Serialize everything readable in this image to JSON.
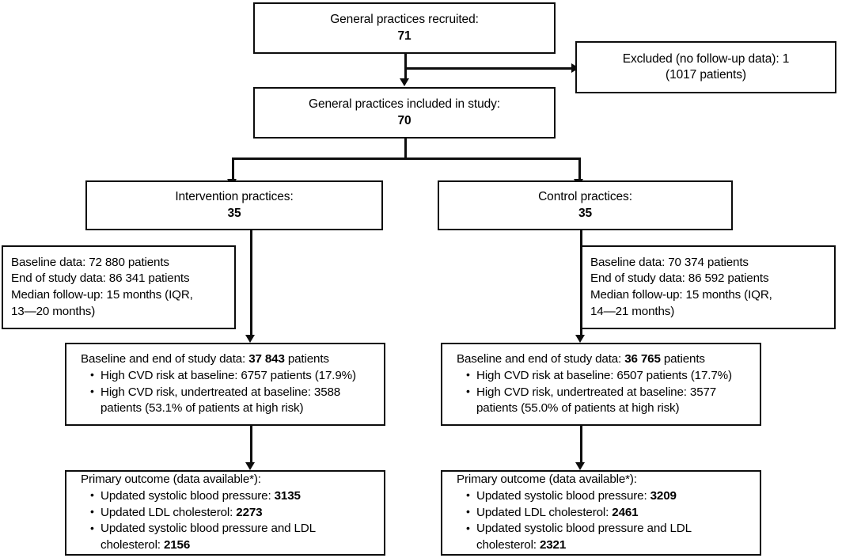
{
  "diagram": {
    "title": "CONSORT-style participant flow diagram",
    "footnote_marker": "*",
    "boxes": {
      "recruited": {
        "line1": "General practices recruited:",
        "line2": "71"
      },
      "excluded": {
        "line1": "Excluded (no follow-up data): 1",
        "line2": "(1017 patients)"
      },
      "included": {
        "line1": "General practices included in study:",
        "line2": "70"
      },
      "intervention_arm": {
        "line1": "Intervention practices:",
        "line2": "35"
      },
      "control_arm": {
        "line1": "Control practices:",
        "line2": "35"
      },
      "intervention_notes": {
        "lines": [
          "Baseline data: 72 880 patients",
          "End of study data: 86 341 patients",
          "Median follow-up: 15 months (IQR,",
          "13—20 months)"
        ]
      },
      "control_notes": {
        "lines": [
          "Baseline data: 70 374 patients",
          "End of study data: 86 592 patients",
          "Median follow-up: 15 months (IQR,",
          "14—21 months)"
        ]
      },
      "intervention_data": {
        "header_prefix": "Baseline and end of study data: ",
        "header_value": "37 843",
        "header_suffix": " patients",
        "bullets": [
          {
            "text": "High CVD risk at baseline: 6757 patients (17.9%)",
            "cont": ""
          },
          {
            "text": "High CVD risk, undertreated at baseline: 3588",
            "cont": "patients (53.1% of patients at high risk)"
          }
        ]
      },
      "control_data": {
        "header_prefix": "Baseline and end of study data: ",
        "header_value": "36 765",
        "header_suffix": " patients",
        "bullets": [
          {
            "text": "High CVD risk at baseline: 6507 patients (17.7%)",
            "cont": ""
          },
          {
            "text": "High CVD risk, undertreated at baseline: 3577",
            "cont": "patients (55.0% of patients at high risk)"
          }
        ]
      },
      "intervention_outcome": {
        "header": "Primary outcome (data available*):",
        "bullets": [
          {
            "label": "Updated systolic blood pressure: ",
            "value": "3135",
            "cont": ""
          },
          {
            "label": "Updated LDL cholesterol: ",
            "value": "2273",
            "cont": ""
          },
          {
            "label": "Updated systolic blood pressure and LDL",
            "value": "2156",
            "cont": "cholesterol: "
          }
        ]
      },
      "control_outcome": {
        "header": "Primary outcome (data available*):",
        "bullets": [
          {
            "label": "Updated systolic blood pressure: ",
            "value": "3209",
            "cont": ""
          },
          {
            "label": "Updated LDL cholesterol: ",
            "value": "2461",
            "cont": ""
          },
          {
            "label": "Updated systolic blood pressure and LDL",
            "value": "2321",
            "cont": "cholesterol: "
          }
        ]
      }
    },
    "colors": {
      "stroke": "#0d0d0d",
      "background": "#ffffff",
      "text": "#000000"
    }
  }
}
